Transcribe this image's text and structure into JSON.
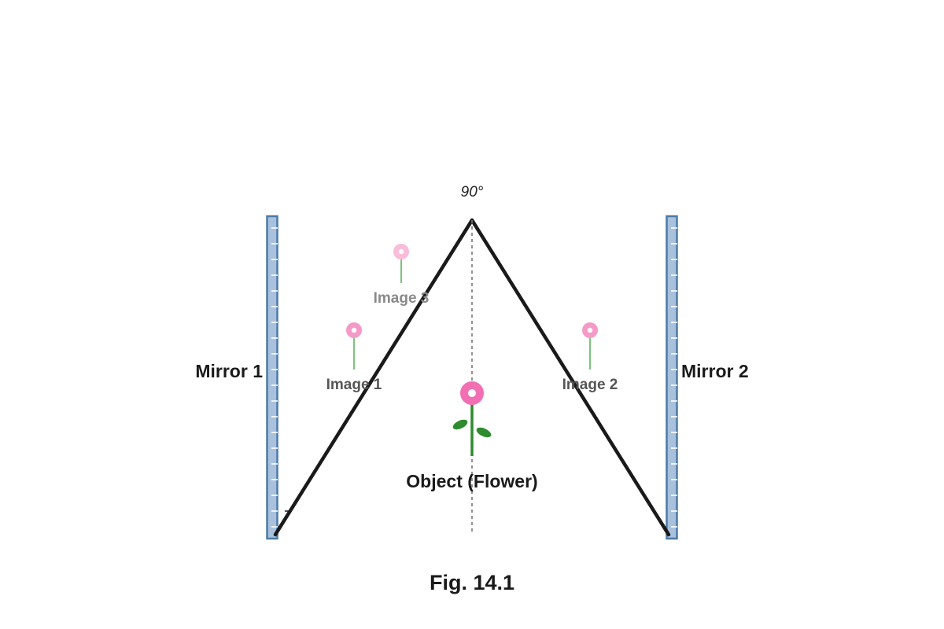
{
  "figure": {
    "angle_label": "90°",
    "caption": "Fig. 14.1",
    "object_label": "Object (Flower)",
    "mirrors": [
      {
        "id": "mirror-1",
        "label": "Mirror 1"
      },
      {
        "id": "mirror-2",
        "label": "Mirror 2"
      }
    ],
    "images": [
      {
        "id": "image-1",
        "label": "Image 1"
      },
      {
        "id": "image-2",
        "label": "Image 2"
      },
      {
        "id": "image-3",
        "label": "Image 3"
      }
    ],
    "colors": {
      "mirror_fill": "#a9c1dd",
      "mirror_edge": "#4a7aa8",
      "reflector_line": "#1a1a1a",
      "flower_petal": "#f26fb4",
      "image_petal": "#f59ac8",
      "image3_petal": "#f9bcd9",
      "stem": "#2e8b2e",
      "image_stem": "#6dbb6d"
    }
  }
}
